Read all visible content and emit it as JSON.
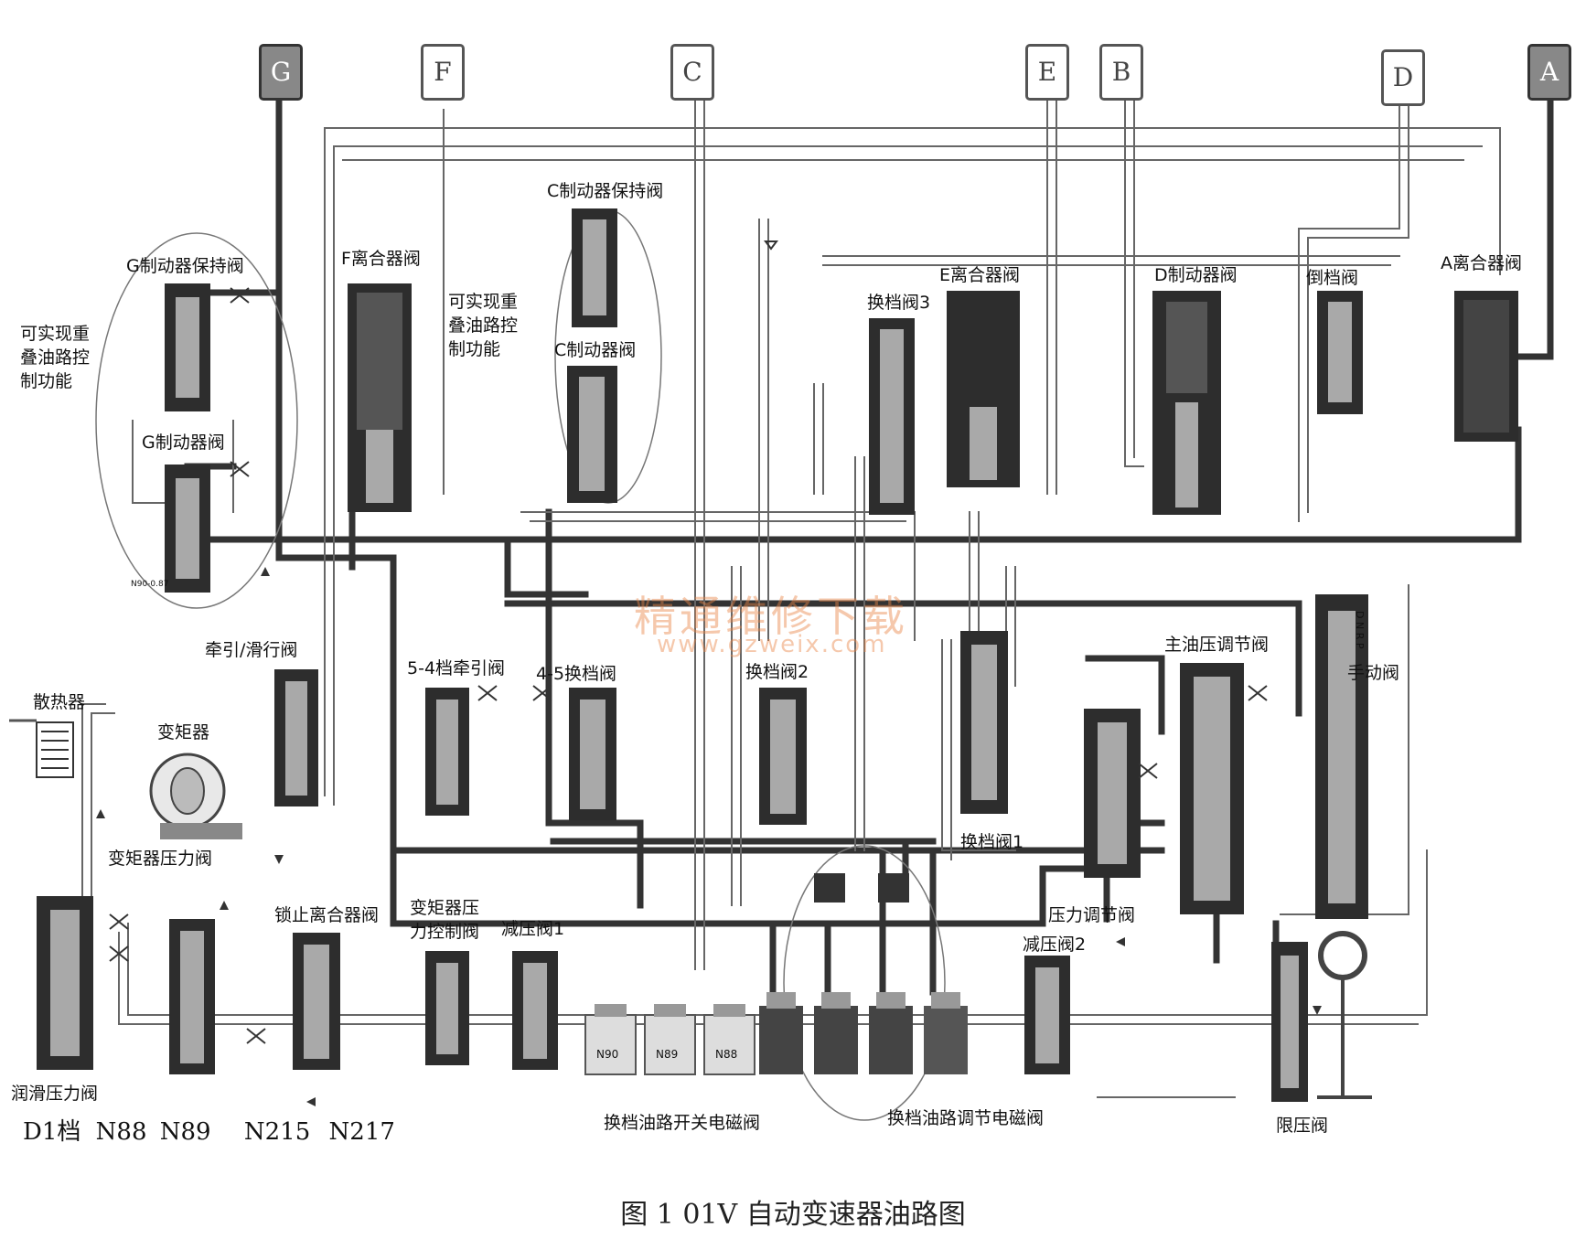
{
  "terminals": {
    "G": "G",
    "F": "F",
    "C": "C",
    "E": "E",
    "B": "B",
    "D": "D",
    "A": "A"
  },
  "labels": {
    "g_hold": "G制动器保持阀",
    "g_valve": "G制动器阀",
    "overlap_left": "可实现重叠油路控制功能",
    "f_clutch": "F离合器阀",
    "overlap_mid": "可实现重叠油路控制功能",
    "c_hold": "C制动器保持阀",
    "c_valve": "C制动器阀",
    "shift3": "换档阀3",
    "e_clutch": "E离合器阀",
    "d_brake": "D制动器阀",
    "reverse": "倒档阀",
    "a_clutch": "A离合器阀",
    "main_reg": "主油压调节阀",
    "manual": "手动阀",
    "manual_pos": "D N R P",
    "traction": "牵引/滑行阀",
    "t54": "5-4档牵引阀",
    "s45": "4-5换档阀",
    "shift2": "换档阀2",
    "shift1": "换档阀1",
    "radiator": "散热器",
    "converter": "变矩器",
    "conv_press": "变矩器压力阀",
    "lockup": "锁止离合器阀",
    "conv_ctrl": "变矩器压力控制阀",
    "reduce1": "减压阀1",
    "press_reg": "压力调节阀",
    "reduce2": "减压阀2",
    "limit": "限压阀",
    "lube": "润滑压力阀",
    "switch_sol": "换档油路开关电磁阀",
    "reg_sol": "换档油路调节电磁阀",
    "sol_n90": "N90",
    "sol_n89": "N89",
    "sol_n88": "N88",
    "lube_small": "N90-0.87"
  },
  "legend": {
    "gear": "D1档",
    "n88": "N88",
    "n89": "N89",
    "n215": "N215",
    "n217": "N217"
  },
  "watermark": {
    "cn": "精通维修下载",
    "url": "www.gzweix.com"
  },
  "caption": "图 1   01V 自动变速器油路图"
}
